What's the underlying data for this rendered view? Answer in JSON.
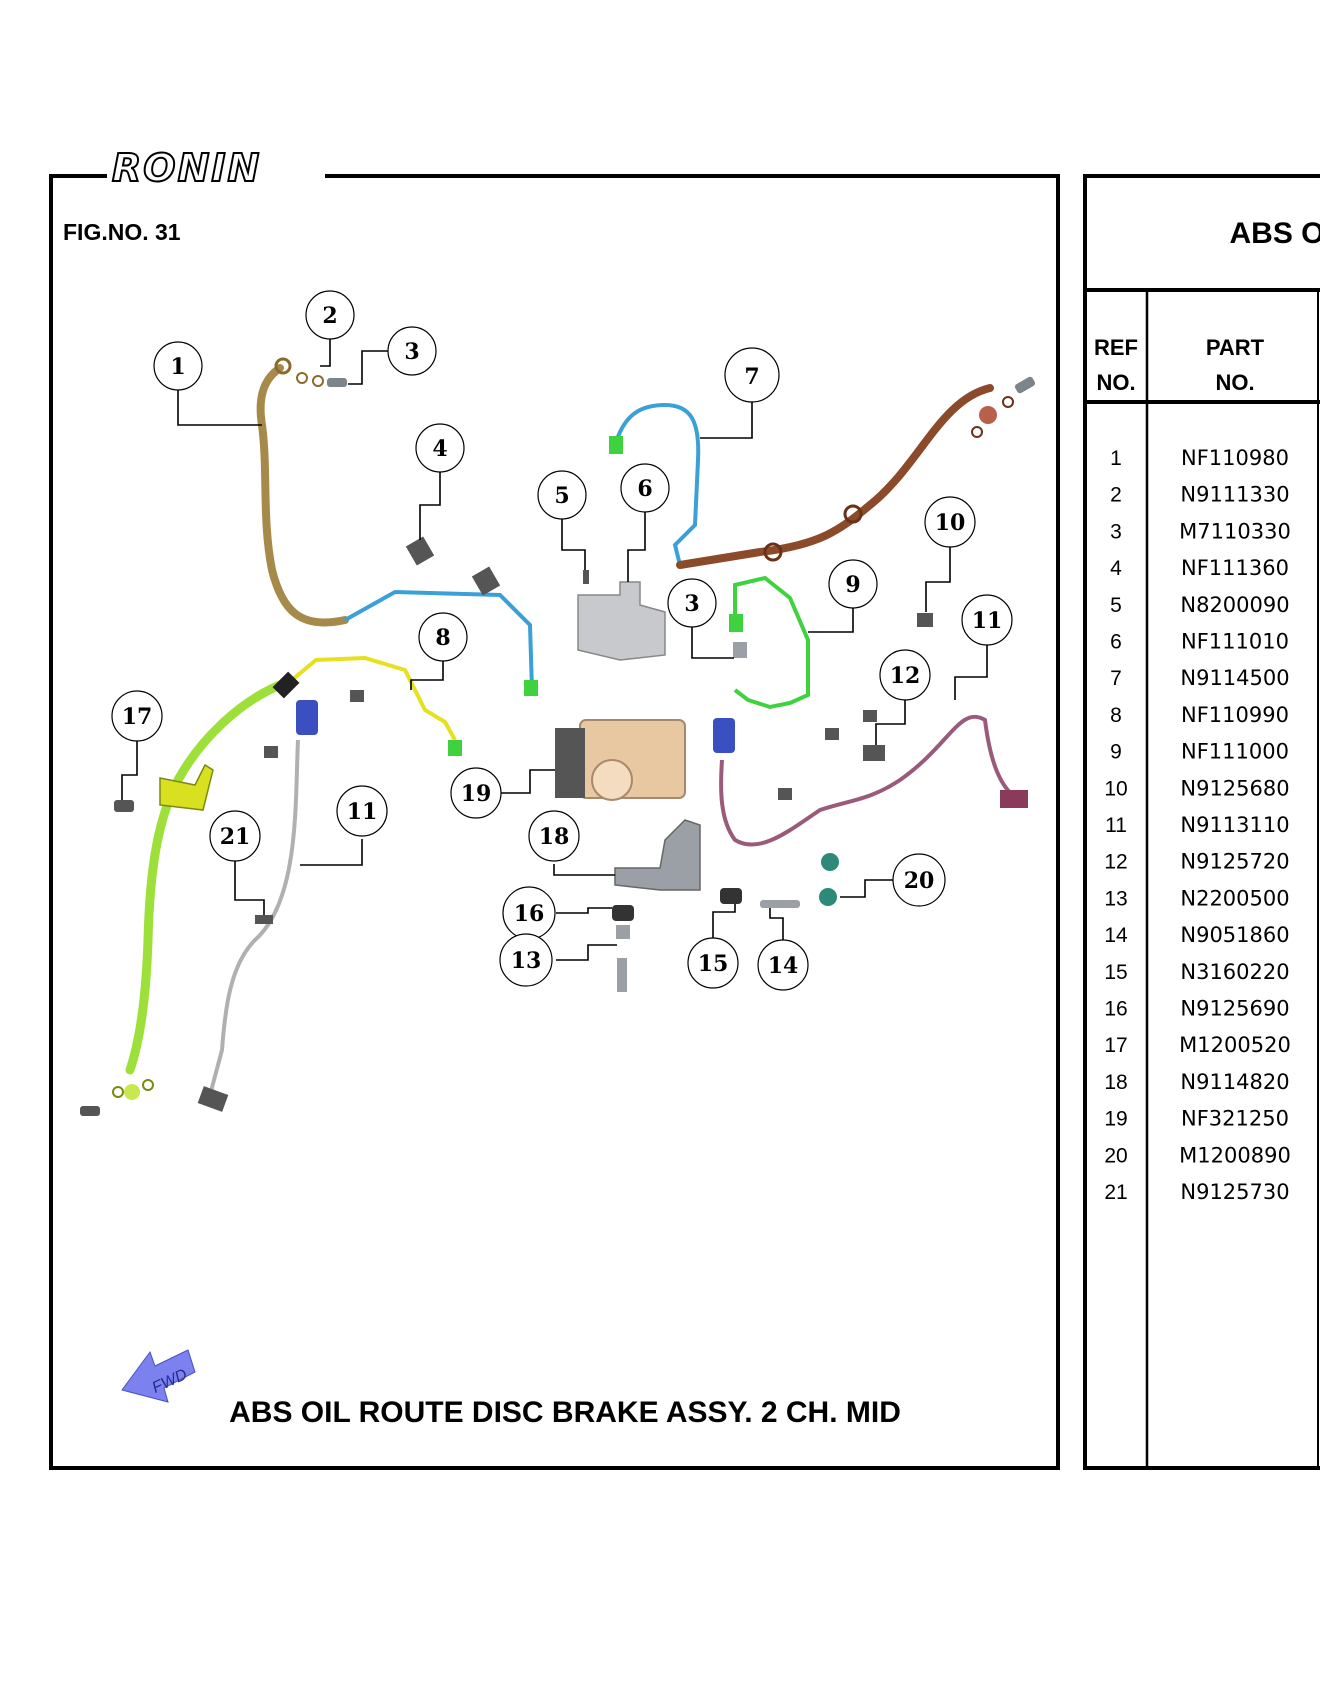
{
  "logo": {
    "text": "RONIN"
  },
  "figure": {
    "number_label": "FIG.NO. 31",
    "caption": "ABS OIL ROUTE DISC BRAKE ASSY. 2 CH. MID",
    "fwd_label": "FWD"
  },
  "callouts": [
    "1",
    "2",
    "3",
    "4",
    "5",
    "6",
    "7",
    "3",
    "9",
    "10",
    "11",
    "8",
    "12",
    "17",
    "19",
    "11",
    "18",
    "21",
    "20",
    "16",
    "13",
    "15",
    "14"
  ],
  "table": {
    "title": "ABS O",
    "header_ref": [
      "REF",
      "NO."
    ],
    "header_part": [
      "PART",
      "NO."
    ],
    "rows": [
      {
        "ref": "1",
        "part": "NF110980"
      },
      {
        "ref": "2",
        "part": "N9111330"
      },
      {
        "ref": "3",
        "part": "M7110330"
      },
      {
        "ref": "4",
        "part": "NF111360"
      },
      {
        "ref": "5",
        "part": "N8200090"
      },
      {
        "ref": "6",
        "part": "NF111010"
      },
      {
        "ref": "7",
        "part": "N9114500"
      },
      {
        "ref": "8",
        "part": "NF110990"
      },
      {
        "ref": "9",
        "part": "NF111000"
      },
      {
        "ref": "10",
        "part": "N9125680"
      },
      {
        "ref": "11",
        "part": "N9113110"
      },
      {
        "ref": "12",
        "part": "N9125720"
      },
      {
        "ref": "13",
        "part": "N2200500"
      },
      {
        "ref": "14",
        "part": "N9051860"
      },
      {
        "ref": "15",
        "part": "N3160220"
      },
      {
        "ref": "16",
        "part": "N9125690"
      },
      {
        "ref": "17",
        "part": "M1200520"
      },
      {
        "ref": "18",
        "part": "N9114820"
      },
      {
        "ref": "19",
        "part": "NF321250"
      },
      {
        "ref": "20",
        "part": "M1200890"
      },
      {
        "ref": "21",
        "part": "N9125730"
      }
    ]
  },
  "colors": {
    "hose_tan": "#a68a4a",
    "pipe_blue": "#3aa0d8",
    "hose_brown": "#8b4a2a",
    "pipe_green": "#3fd23f",
    "hose_yellowgreen": "#9ee03a",
    "pipe_yellow": "#e6e020",
    "wire_mauve": "#9a5a7a",
    "wire_grey": "#b0b0b0",
    "connector_blue": "#3a4fc0",
    "abs_unit": "#e8c8a0",
    "fwd_arrow": "#7b82f0"
  }
}
